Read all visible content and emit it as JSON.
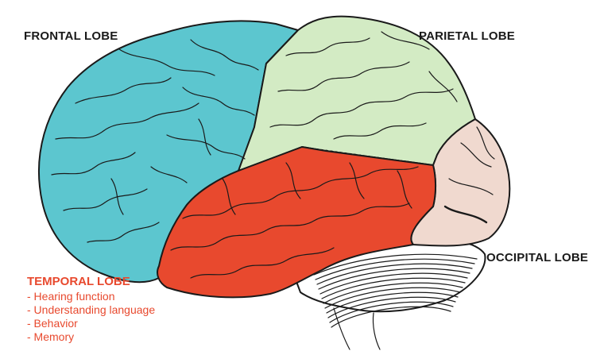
{
  "labels": {
    "frontal": "FRONTAL LOBE",
    "parietal": "PARIETAL LOBE",
    "occipital": "OCCIPITAL LOBE"
  },
  "temporal": {
    "title": "TEMPORAL LOBE",
    "functions": [
      "- Hearing function",
      "- Understanding language",
      "- Behavior",
      "- Memory"
    ]
  },
  "colors": {
    "frontal": "#5cc6cf",
    "parietal": "#d3ebc4",
    "temporal": "#e8492e",
    "occipital": "#f0d9cf",
    "cerebellum": "#ffffff",
    "outline": "#1a1a1a",
    "temporal_text": "#e8492e"
  }
}
